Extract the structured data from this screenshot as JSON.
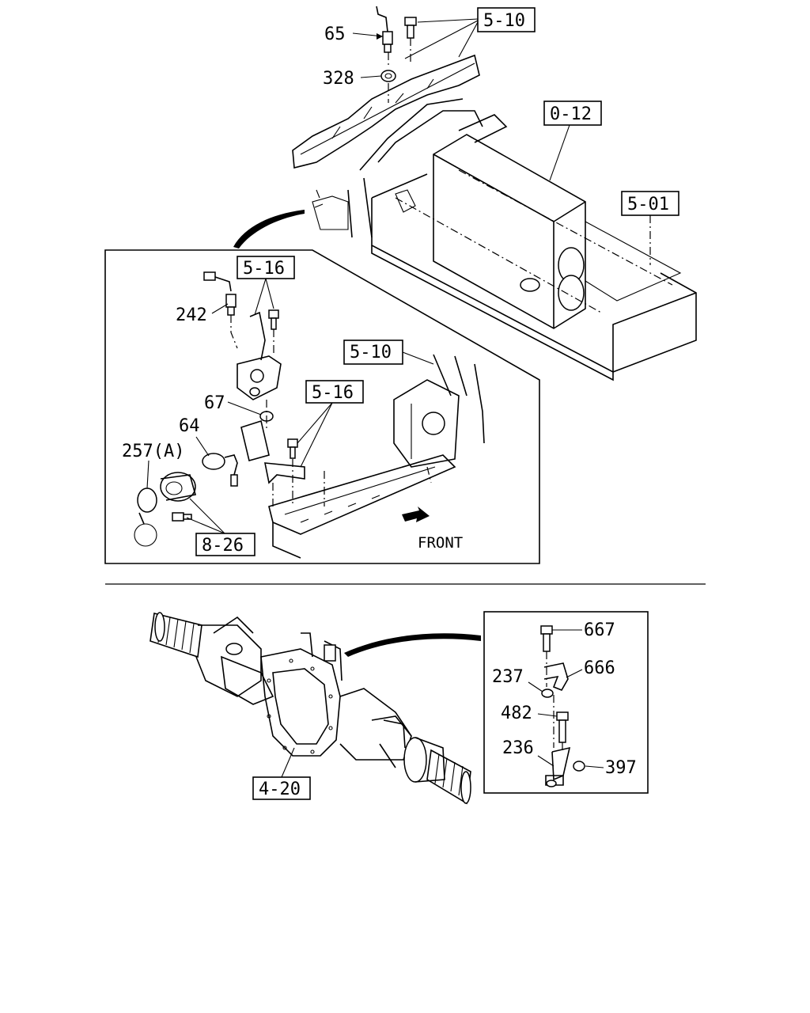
{
  "callouts": {
    "c65": "65",
    "c328": "328",
    "ref_5_10_top": "5-10",
    "ref_0_12": "0-12",
    "ref_5_01": "5-01",
    "ref_5_16_a": "5-16",
    "c242": "242",
    "ref_5_10_mid": "5-10",
    "ref_5_16_b": "5-16",
    "c67": "67",
    "c64": "64",
    "c257a": "257(A)",
    "ref_8_26": "8-26",
    "front": "FRONT",
    "c667": "667",
    "c666": "666",
    "c237": "237",
    "c482": "482",
    "c236": "236",
    "c397": "397",
    "ref_4_20": "4-20"
  }
}
